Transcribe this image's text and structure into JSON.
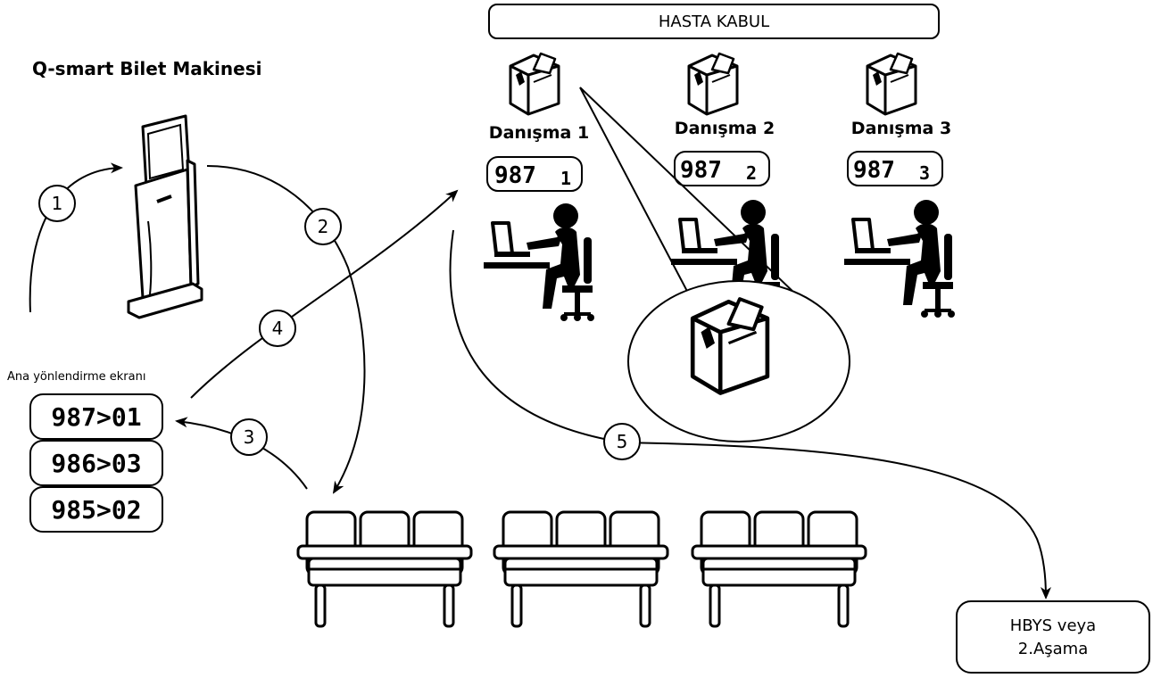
{
  "kiosk": {
    "title": "Q-smart Bilet Makinesi"
  },
  "reception": {
    "header": "HASTA KABUL"
  },
  "desks": [
    {
      "name": "Danışma 1",
      "display_number": "987",
      "display_desk": "1"
    },
    {
      "name": "Danışma 2",
      "display_number": "987",
      "display_desk": "2"
    },
    {
      "name": "Danışma 3",
      "display_number": "987",
      "display_desk": "3"
    }
  ],
  "main_screen": {
    "label": "Ana yönlendirme ekranı",
    "rows": [
      "987>01",
      "986>03",
      "985>02"
    ]
  },
  "steps": [
    "1",
    "2",
    "3",
    "4",
    "5"
  ],
  "destination": {
    "line1": "HBYS veya",
    "line2": "2.Aşama"
  }
}
